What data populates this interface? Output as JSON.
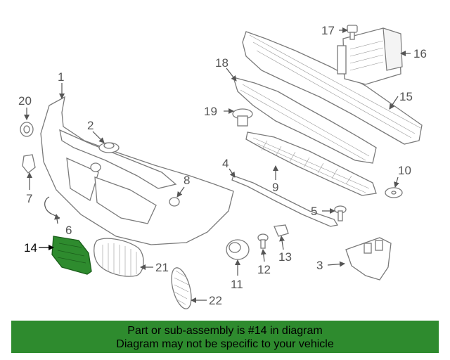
{
  "callouts": {
    "c1": "1",
    "c2": "2",
    "c3": "3",
    "c4": "4",
    "c5": "5",
    "c6": "6",
    "c7": "7",
    "c8": "8",
    "c9": "9",
    "c10": "10",
    "c11": "11",
    "c12": "12",
    "c13": "13",
    "c14": "14",
    "c15": "15",
    "c16": "16",
    "c17": "17",
    "c18": "18",
    "c19": "19",
    "c20": "20",
    "c21": "21",
    "c22": "22"
  },
  "highlighted_part": "14",
  "colors": {
    "highlight": "#2e8b2e",
    "banner": "#2e8b2e",
    "line": "#7a7a7a"
  },
  "banner": {
    "line1": "Part or sub-assembly is #14 in diagram",
    "line2": "Diagram may not be specific to your vehicle"
  }
}
